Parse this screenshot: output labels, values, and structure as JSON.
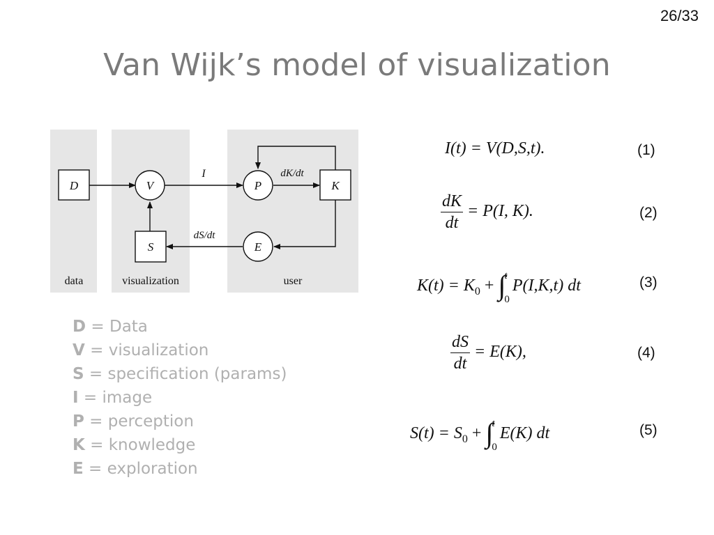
{
  "slide": {
    "page_number": "26/33",
    "title": "Van Wijk’s model of visualization"
  },
  "diagram": {
    "panels": [
      "data",
      "visualization",
      "user"
    ],
    "nodes": {
      "D": "D",
      "V": "V",
      "S": "S",
      "P": "P",
      "K": "K",
      "E": "E"
    },
    "edge_labels": {
      "I": "I",
      "dK_dt": "dK/dt",
      "dS_dt": "dS/dt"
    },
    "colors": {
      "panel_bg": "#e6e6e6",
      "stroke": "#111111"
    }
  },
  "legend": [
    {
      "key": "D",
      "text": " = Data"
    },
    {
      "key": "V",
      "text": " = visualization"
    },
    {
      "key": "S",
      "text": " = specification (params)"
    },
    {
      "key": "I",
      "text": " = image"
    },
    {
      "key": "P",
      "text": " = perception"
    },
    {
      "key": "K",
      "text": " = knowledge"
    },
    {
      "key": "E",
      "text": " = exploration"
    }
  ],
  "equations": {
    "eq1": {
      "text": "I(t) = V(D,S,t).",
      "number": "(1)"
    },
    "eq2": {
      "numerator": "dK",
      "denominator": "dt",
      "rhs": "= P(I, K).",
      "number": "(2)"
    },
    "eq3": {
      "lhs": "K(t) = K",
      "lhs_sub": "0",
      "plus": " + ",
      "upper": "t",
      "lower": "0",
      "integrand": "P(I,K,t) dt",
      "number": "(3)"
    },
    "eq4": {
      "numerator": "dS",
      "denominator": "dt",
      "rhs": "= E(K),",
      "number": "(4)"
    },
    "eq5": {
      "lhs": "S(t) = S",
      "lhs_sub": "0",
      "plus": " + ",
      "upper": "t",
      "lower": "0",
      "integrand": "E(K) dt",
      "number": "(5)"
    }
  }
}
